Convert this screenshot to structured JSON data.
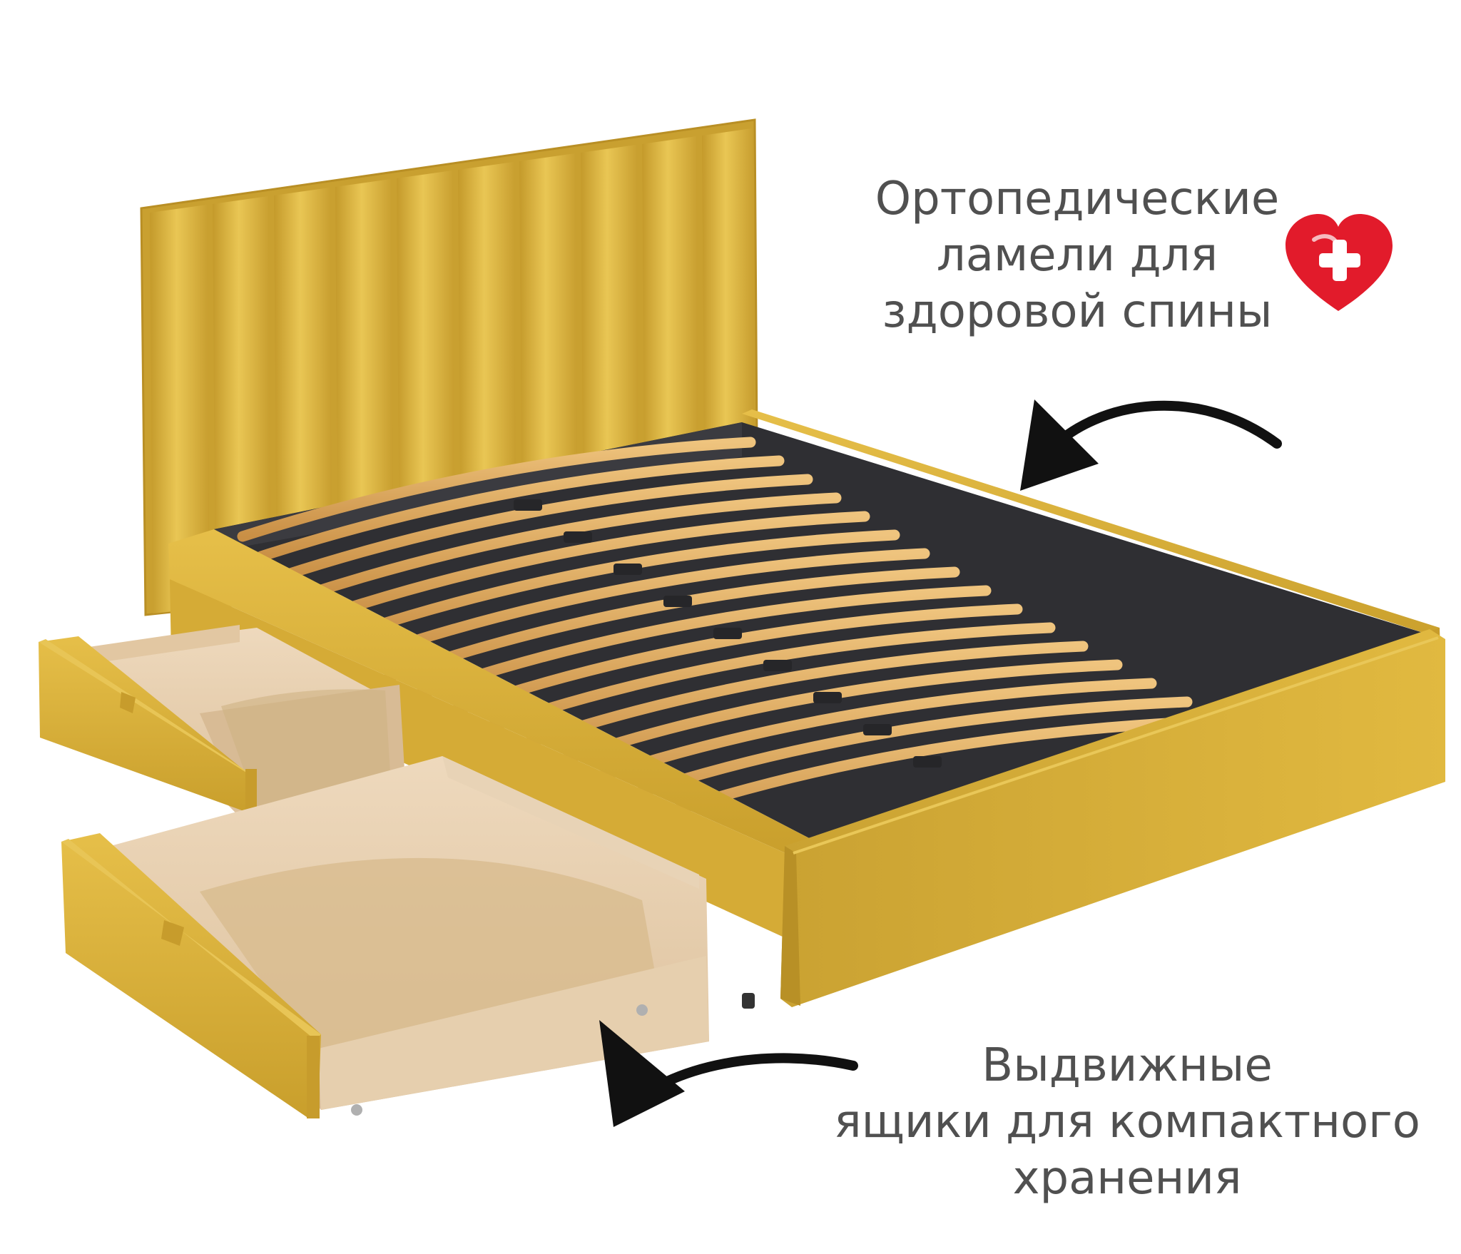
{
  "captions": {
    "slats": {
      "lines": [
        "Ортопедические",
        "ламели для",
        "здоровой спины"
      ]
    },
    "drawers": {
      "lines": [
        "Выдвижные",
        "ящики для компактного",
        "хранения"
      ]
    }
  },
  "icons": {
    "health": "heart-plus-icon",
    "arrow_top": "curved-arrow-icon",
    "arrow_bottom": "curved-arrow-icon"
  },
  "colors": {
    "upholstery": "#d9b23c",
    "wood": "#e1b268",
    "drawer_wood": "#e9d1b2",
    "frame_dark": "#2f2f33",
    "caption_text": "#505050",
    "heart": "#e21b2b"
  }
}
